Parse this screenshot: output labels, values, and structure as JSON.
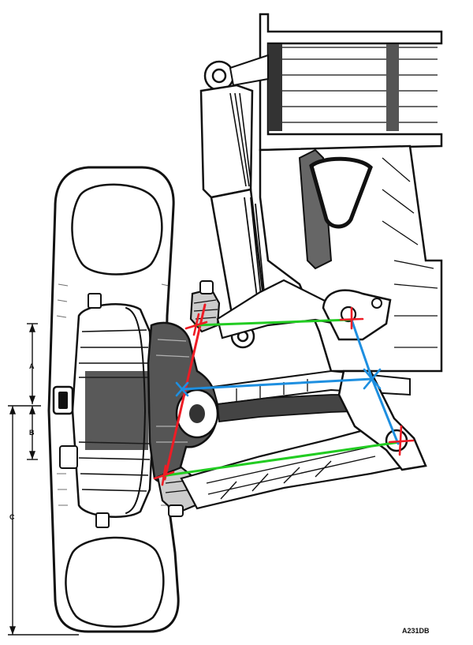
{
  "dimension_labels": {
    "a": "A",
    "b": "B",
    "c": "C"
  },
  "figure_code": "A231DB",
  "colors": {
    "kingpin_axis": "#ee1c25",
    "control_arms": "#22cc22",
    "instant_center_lines": "#1e8fe0",
    "pivot_marks": "#ee1c25",
    "ink": "#111111"
  }
}
